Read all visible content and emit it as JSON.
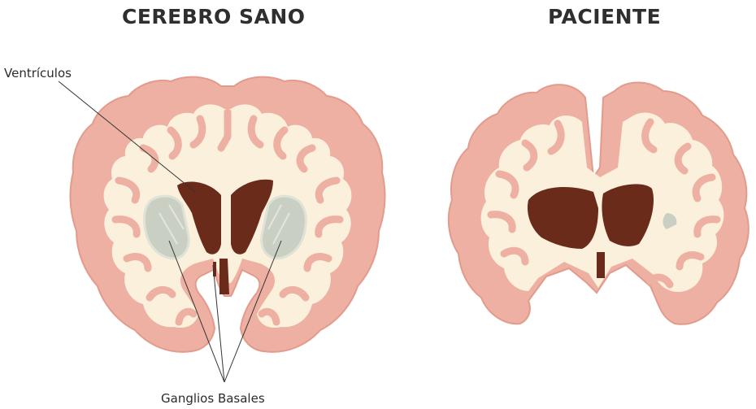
{
  "titles": {
    "healthy": "CEREBRO SANO",
    "patient": "PACIENTE"
  },
  "labels": {
    "ventricles": "Ventrículos",
    "basal_ganglia": "Ganglios Basales"
  },
  "colors": {
    "cortex": "#eeb0a2",
    "cortex_outline": "#e29b8c",
    "white_matter": "#fbf0dc",
    "ventricles": "#6b2b1b",
    "basal_ganglia": "#c9cfc2",
    "text": "#2f2f2f"
  }
}
